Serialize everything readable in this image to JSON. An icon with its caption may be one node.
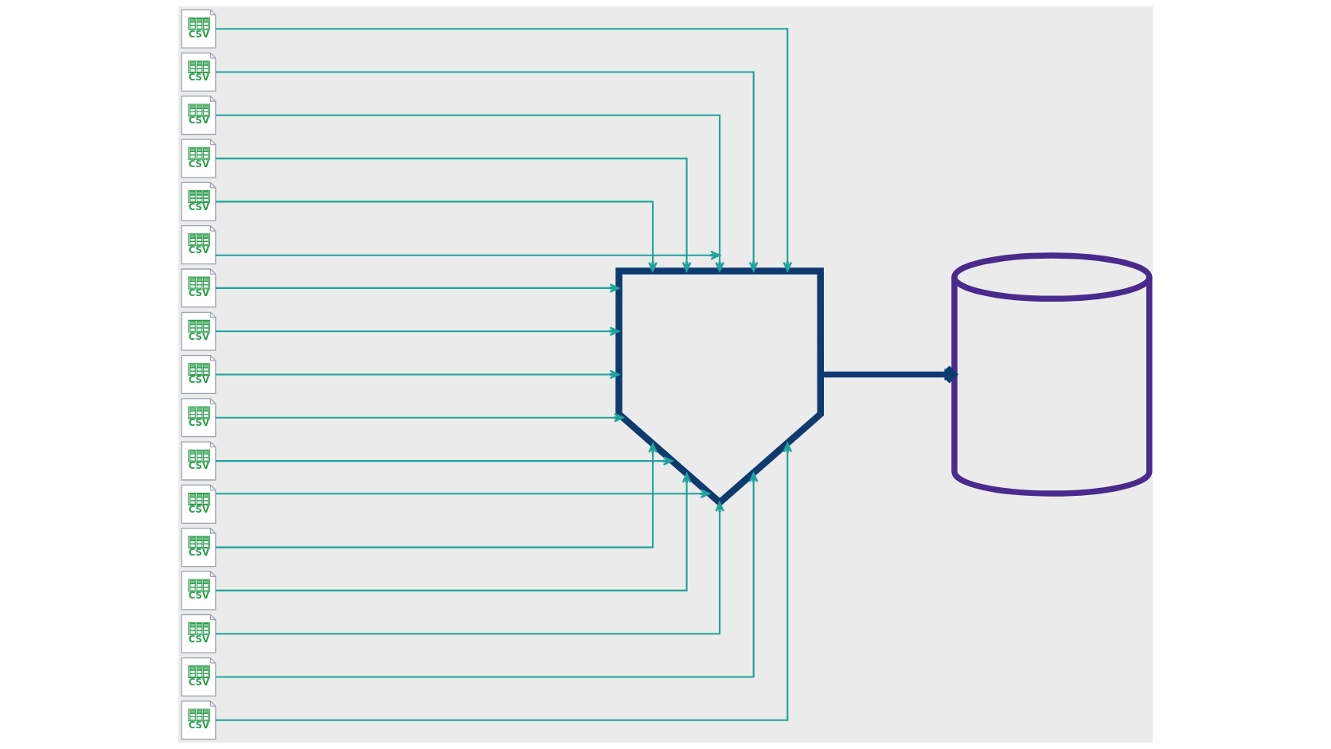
{
  "diagram": {
    "nodes": [
      {
        "text": [
          "CSV"
        ]
      },
      {
        "text": [
          "CSV"
        ]
      },
      {
        "text": [
          "CSV"
        ]
      },
      {
        "text": [
          "CSV"
        ]
      },
      {
        "text": [
          "CSV"
        ]
      },
      {
        "text": [
          "CSV"
        ]
      },
      {
        "text": [
          "CSV"
        ]
      },
      {
        "text": [
          "CSV"
        ]
      },
      {
        "text": [
          "CSV"
        ]
      },
      {
        "text": [
          "CSV"
        ]
      },
      {
        "text": [
          "CSV"
        ]
      },
      {
        "text": [
          "CSV"
        ]
      },
      {
        "text": [
          "CSV"
        ]
      },
      {
        "text": [
          "CSV"
        ]
      },
      {
        "text": [
          "CSV"
        ]
      },
      {
        "text": [
          "CSV"
        ]
      },
      {
        "text": [
          "CSV"
        ]
      },
      {
        "text": [],
        "shape": "shield"
      },
      {
        "text": [],
        "shape": "cylinder"
      }
    ],
    "edges": [
      {
        "from": 0,
        "to": 17,
        "arrow": "to"
      },
      {
        "from": 1,
        "to": 17,
        "arrow": "to"
      },
      {
        "from": 2,
        "to": 17,
        "arrow": "to"
      },
      {
        "from": 3,
        "to": 17,
        "arrow": "to"
      },
      {
        "from": 4,
        "to": 17,
        "arrow": "to"
      },
      {
        "from": 5,
        "to": 17,
        "arrow": "to"
      },
      {
        "from": 6,
        "to": 17,
        "arrow": "to"
      },
      {
        "from": 7,
        "to": 17,
        "arrow": "to"
      },
      {
        "from": 8,
        "to": 17,
        "arrow": "to"
      },
      {
        "from": 9,
        "to": 17,
        "arrow": "to"
      },
      {
        "from": 10,
        "to": 17,
        "arrow": "to"
      },
      {
        "from": 11,
        "to": 17,
        "arrow": "to"
      },
      {
        "from": 12,
        "to": 17,
        "arrow": "to"
      },
      {
        "from": 13,
        "to": 17,
        "arrow": "to"
      },
      {
        "from": 14,
        "to": 17,
        "arrow": "to"
      },
      {
        "from": 15,
        "to": 17,
        "arrow": "to"
      },
      {
        "from": 16,
        "to": 17,
        "arrow": "to"
      },
      {
        "from": 17,
        "to": 18,
        "arrow": "to",
        "style": "thick",
        "color": "#0d3b70"
      }
    ]
  }
}
